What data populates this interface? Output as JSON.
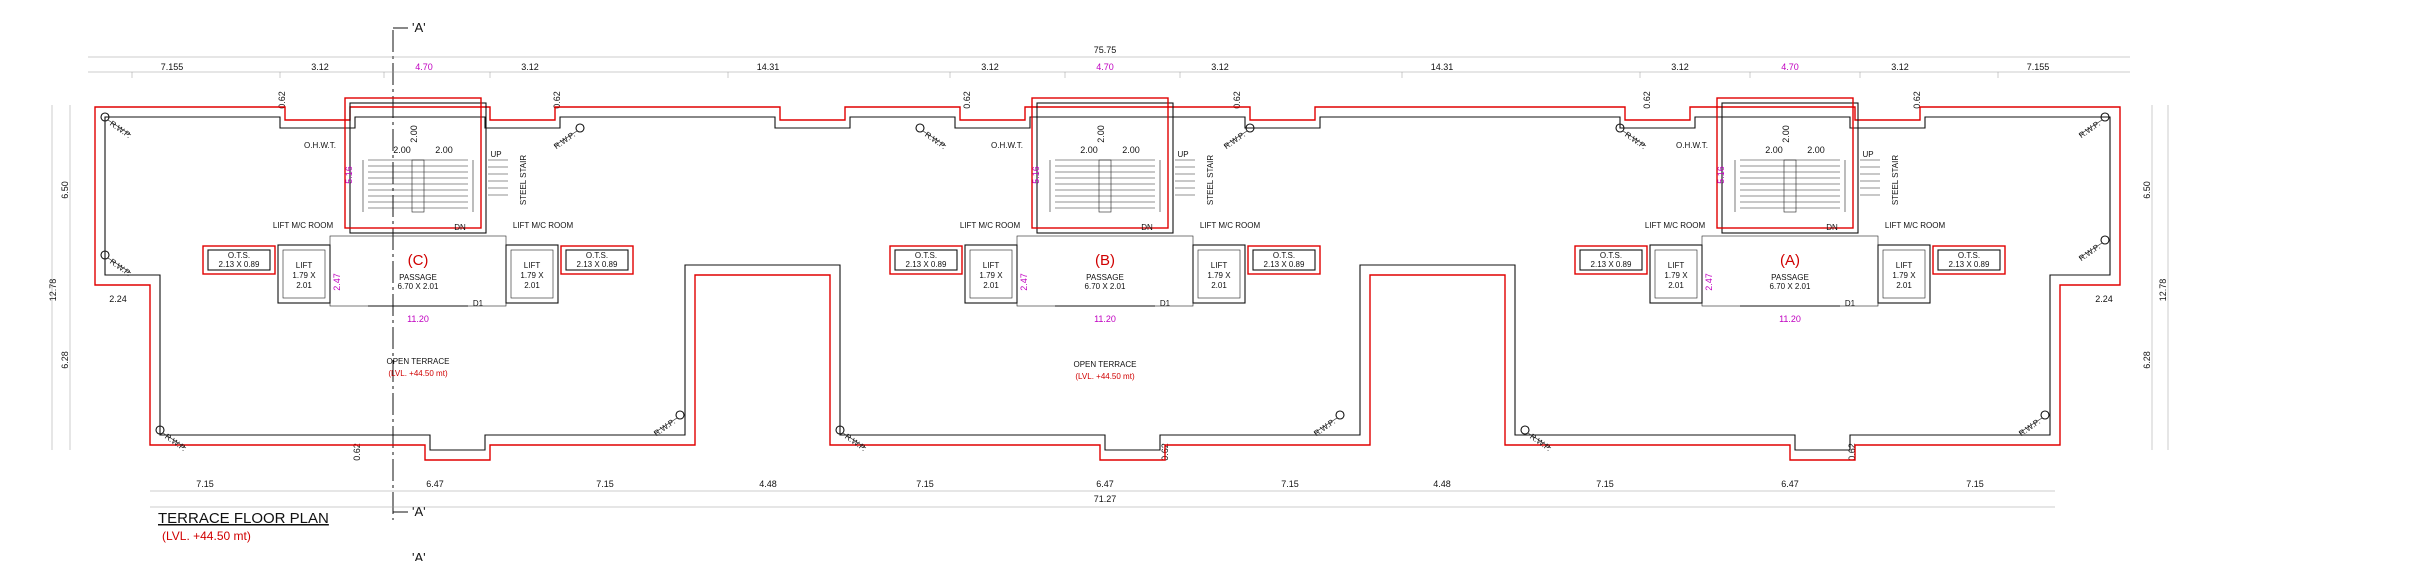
{
  "section_marker": "'A'",
  "total_width": "75.75",
  "bottom_total": "71.27",
  "top_dims": [
    "7.155",
    "3.12",
    "4.70",
    "3.12",
    "14.31",
    "3.12",
    "4.70",
    "3.12",
    "14.31",
    "3.12",
    "4.70",
    "3.12",
    "7.155"
  ],
  "bottom_dims": [
    "7.15",
    "6.47",
    "7.15",
    "4.48",
    "7.15",
    "6.47",
    "7.15",
    "4.48",
    "7.15",
    "6.47",
    "7.15"
  ],
  "side_dims": {
    "total": "12.78",
    "upper": "6.50",
    "lower": "6.28",
    "offset": "2.24"
  },
  "notch": "0.62",
  "stair_depth": "5.16",
  "lift_side": "2.47",
  "cores": [
    {
      "name": "(C)",
      "passage": "PASSAGE",
      "passage_size": "6.70 X 2.01",
      "passage_len": "11.20"
    },
    {
      "name": "(B)",
      "passage": "PASSAGE",
      "passage_size": "6.70 X 2.01",
      "passage_len": "11.20"
    },
    {
      "name": "(A)",
      "passage": "PASSAGE",
      "passage_size": "6.70 X 2.01",
      "passage_len": "11.20"
    }
  ],
  "labels": {
    "ohwt": "O.H.W.T.",
    "up": "UP",
    "dn": "DN",
    "steel_stair": "STEEL STAIR",
    "lift_room": "LIFT M/C ROOM",
    "lift": "LIFT",
    "lift_size_a": "1.79 X",
    "lift_size_b": "2.01",
    "ots": "O.T.S.",
    "ots_size": "2.13 X 0.89",
    "rwp": "R.W.P.",
    "door": "D1",
    "stair_w": "2.00",
    "open_terrace": "OPEN TERRACE",
    "terrace_level": "(LVL. +44.50 mt)"
  },
  "title": "TERRACE FLOOR PLAN",
  "subtitle": "(LVL. +44.50 mt)"
}
